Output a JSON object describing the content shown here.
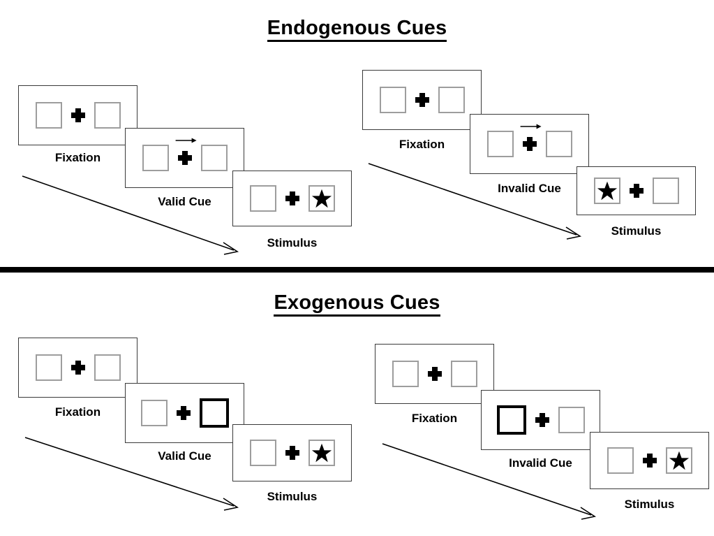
{
  "page": {
    "background_color": "#ffffff",
    "ink_color": "#000000",
    "placeholder_square_color": "#9d9d9d",
    "frame_border_color": "#3a3a3a",
    "cue_square_color": "#000000"
  },
  "sections": [
    {
      "id": "endogenous",
      "title": "Endogenous Cues",
      "cue_type": "arrow",
      "conditions": [
        {
          "id": "endogenous-valid",
          "frames": [
            {
              "label": "Fixation",
              "left_content": "empty",
              "right_content": "empty",
              "cue": "none"
            },
            {
              "label": "Valid Cue",
              "left_content": "empty",
              "right_content": "empty",
              "cue": "arrow-right"
            },
            {
              "label": "Stimulus",
              "left_content": "empty",
              "right_content": "star",
              "cue": "none"
            }
          ]
        },
        {
          "id": "endogenous-invalid",
          "frames": [
            {
              "label": "Fixation",
              "left_content": "empty",
              "right_content": "empty",
              "cue": "none"
            },
            {
              "label": "Invalid Cue",
              "left_content": "empty",
              "right_content": "empty",
              "cue": "arrow-right"
            },
            {
              "label": "Stimulus",
              "left_content": "star",
              "right_content": "empty",
              "cue": "none"
            }
          ]
        }
      ]
    },
    {
      "id": "exogenous",
      "title": "Exogenous Cues",
      "cue_type": "box-flash",
      "conditions": [
        {
          "id": "exogenous-valid",
          "frames": [
            {
              "label": "Fixation",
              "left_content": "empty",
              "right_content": "empty",
              "cue": "none"
            },
            {
              "label": "Valid Cue",
              "left_content": "empty",
              "right_content": "cue-box",
              "cue": "none"
            },
            {
              "label": "Stimulus",
              "left_content": "empty",
              "right_content": "star",
              "cue": "none"
            }
          ]
        },
        {
          "id": "exogenous-invalid",
          "frames": [
            {
              "label": "Fixation",
              "left_content": "empty",
              "right_content": "empty",
              "cue": "none"
            },
            {
              "label": "Invalid Cue",
              "left_content": "cue-box",
              "right_content": "empty",
              "cue": "none"
            },
            {
              "label": "Stimulus",
              "left_content": "empty",
              "right_content": "star",
              "cue": "none"
            }
          ]
        }
      ]
    }
  ],
  "labels": {
    "endo_title": "Endogenous Cues",
    "exo_title": "Exogenous Cues",
    "fixation": "Fixation",
    "valid_cue": "Valid Cue",
    "invalid_cue": "Invalid Cue",
    "stimulus": "Stimulus"
  }
}
